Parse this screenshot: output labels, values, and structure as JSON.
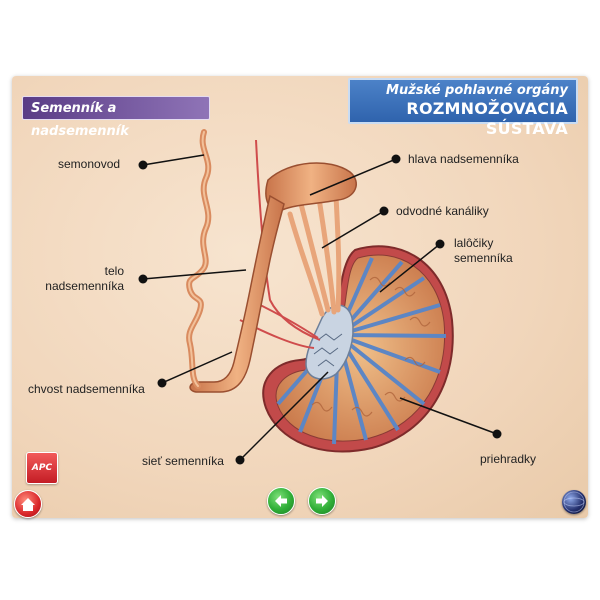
{
  "header": {
    "subtitle": "Mužské pohlavné orgány",
    "title": "ROZMNOŽOVACIA SÚSTAVA"
  },
  "section_title": "Semenník a nadsemenník",
  "labels": {
    "semonovod": "semonovod",
    "telo_line1": "telo",
    "telo_line2": "nadsemenníka",
    "chvost": "chvost nadsemenníka",
    "hlava": "hlava nadsemenníka",
    "odvodne": "odvodné kanáliky",
    "lalociky_line1": "lalôčiky",
    "lalociky_line2": "semenníka",
    "siet": "sieť semenníka",
    "priehradky": "priehradky"
  },
  "nav": {
    "prev_icon": "arrow-left-icon",
    "next_icon": "arrow-right-icon",
    "home_icon": "home-icon",
    "globe_icon": "globe-icon"
  },
  "logo_text": "APC",
  "colors": {
    "header_blue": "#3a70b8",
    "section_purple": "#5a3c86",
    "nav_green": "#2fae37",
    "home_red": "#d9262a",
    "tissue": "#d98b5f",
    "septa": "#5d86c4"
  }
}
